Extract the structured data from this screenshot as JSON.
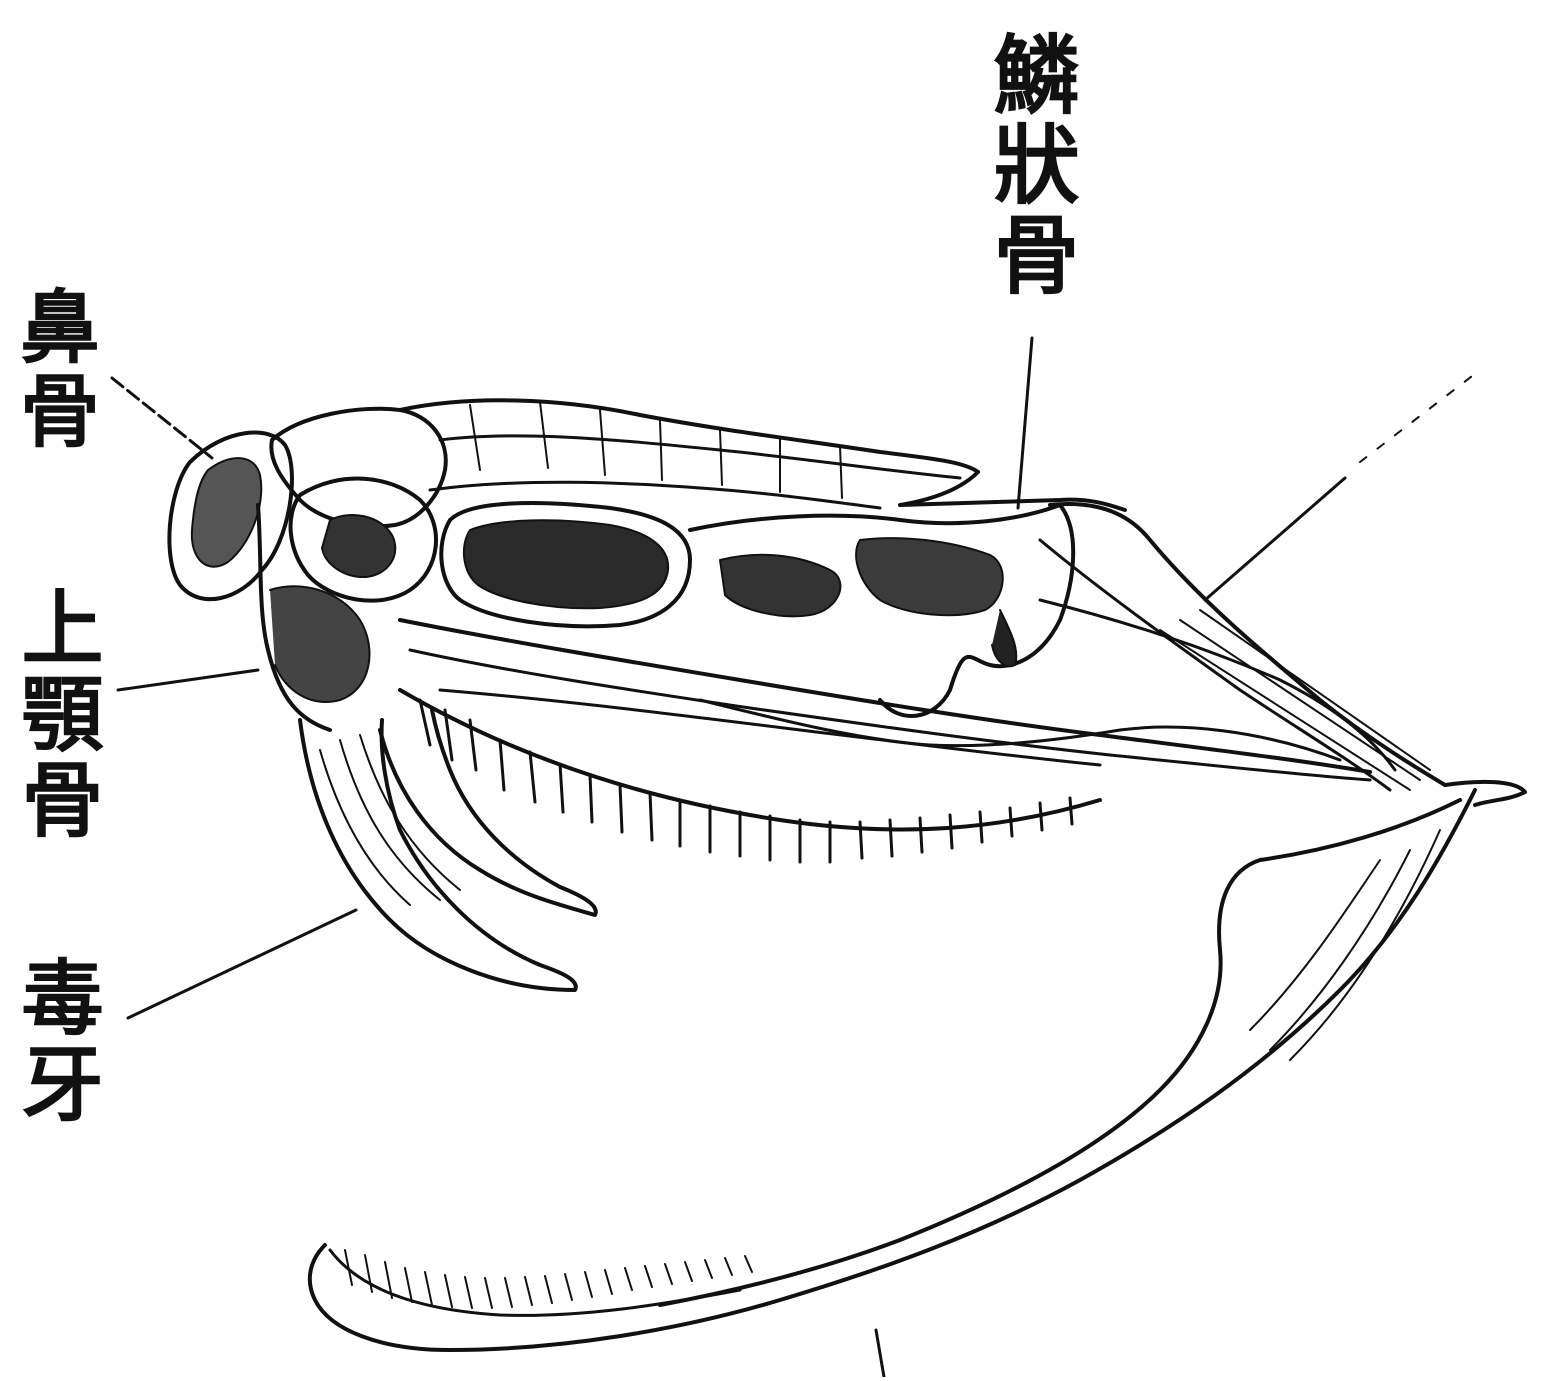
{
  "labels": {
    "squamosal": "鱗狀骨",
    "nasal": "鼻骨",
    "maxilla": "上顎骨",
    "fang": "毒牙"
  }
}
